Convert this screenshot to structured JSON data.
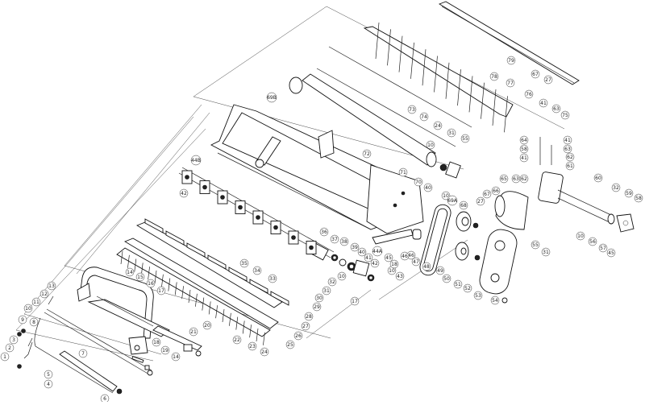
{
  "diagram": {
    "title": "Exploded parts view - flail mower assembly",
    "callouts": [
      "1",
      "2",
      "3",
      "4",
      "5",
      "6",
      "7",
      "8",
      "9",
      "10",
      "11",
      "12",
      "13",
      "14",
      "15",
      "16",
      "17",
      "14",
      "18",
      "19",
      "20",
      "21",
      "22",
      "23",
      "24",
      "25",
      "26",
      "27",
      "28",
      "29",
      "30",
      "31",
      "32",
      "33",
      "34",
      "35",
      "36",
      "37",
      "38",
      "39",
      "40",
      "41",
      "42",
      "43",
      "10",
      "17",
      "10",
      "18",
      "45",
      "44A",
      "46",
      "31",
      "55",
      "10",
      "71",
      "70",
      "40",
      "10",
      "69A",
      "68",
      "46",
      "47",
      "48",
      "49",
      "50",
      "51",
      "52",
      "53",
      "54",
      "55",
      "31",
      "64",
      "58",
      "41",
      "41",
      "63",
      "62",
      "61",
      "63",
      "62",
      "65",
      "67",
      "66",
      "27",
      "60",
      "32",
      "59",
      "58",
      "10",
      "56",
      "57",
      "45",
      "79",
      "78",
      "77",
      "67",
      "27",
      "76",
      "41",
      "63",
      "75",
      "73",
      "74",
      "24",
      "72",
      "69B",
      "44B",
      "42"
    ]
  }
}
